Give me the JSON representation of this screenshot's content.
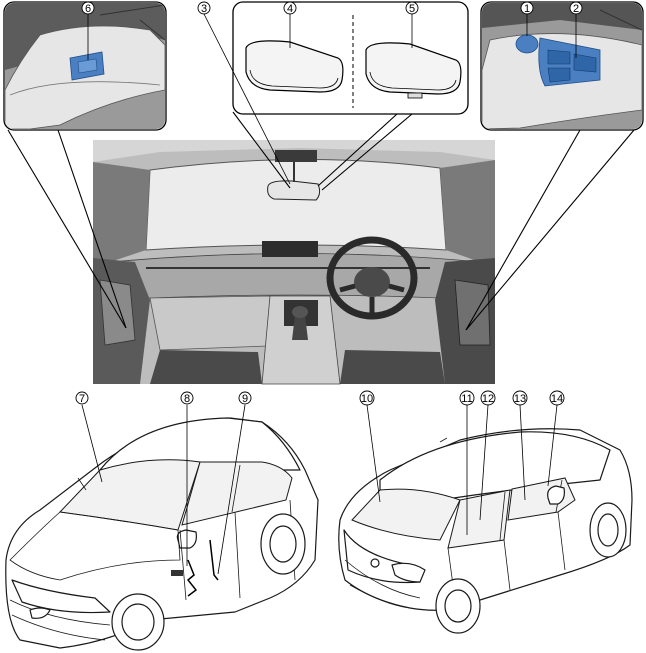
{
  "callouts": [
    {
      "id": "1",
      "label": "1"
    },
    {
      "id": "2",
      "label": "2"
    },
    {
      "id": "3",
      "label": "3"
    },
    {
      "id": "4",
      "label": "4"
    },
    {
      "id": "5",
      "label": "5"
    },
    {
      "id": "6",
      "label": "6"
    },
    {
      "id": "7",
      "label": "7"
    },
    {
      "id": "8",
      "label": "8"
    },
    {
      "id": "9",
      "label": "9"
    },
    {
      "id": "10",
      "label": "10"
    },
    {
      "id": "11",
      "label": "11"
    },
    {
      "id": "12",
      "label": "12"
    },
    {
      "id": "13",
      "label": "13"
    },
    {
      "id": "14",
      "label": "14"
    }
  ],
  "colors": {
    "highlight": "#4a7fc1",
    "interior_dark": "#3a3a3a",
    "interior_mid": "#8c8c8c",
    "interior_light": "#d4d4d4"
  }
}
